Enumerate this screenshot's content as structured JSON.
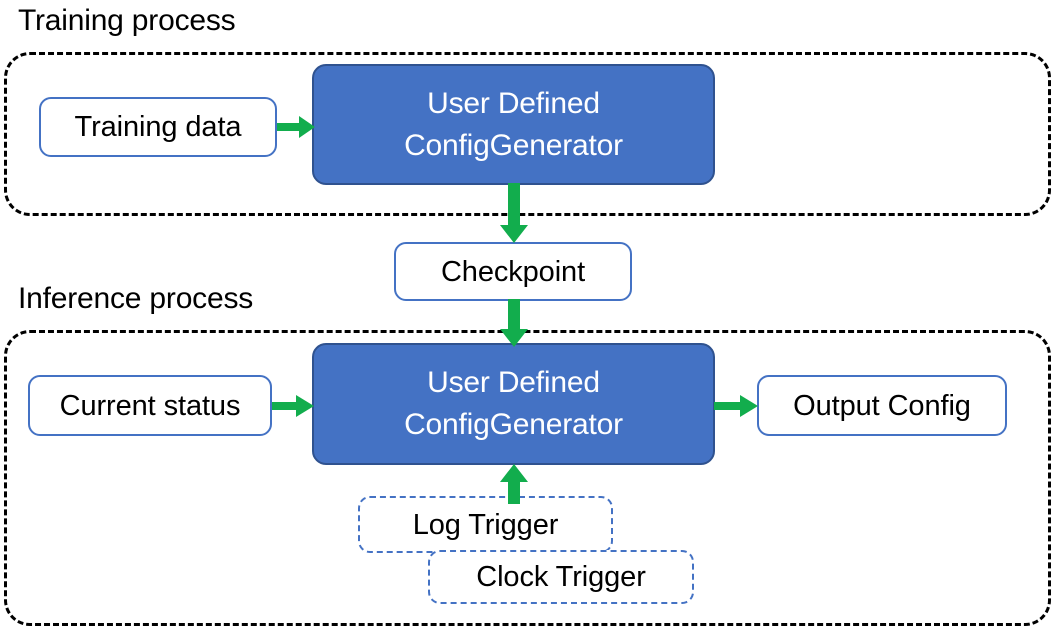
{
  "diagram": {
    "title_training": "Training process",
    "title_inference": "Inference process",
    "colors": {
      "process_fill": "#4472C4",
      "process_border": "#2F528F",
      "node_border": "#4472C4",
      "arrow": "#12AD4D",
      "group_border": "#000000",
      "text_dark": "#000000",
      "text_light": "#FFFFFF",
      "background": "#FFFFFF"
    }
  },
  "training": {
    "group_label": "Training process",
    "input_node": "Training data",
    "process_line1": "User Defined",
    "process_line2": "ConfigGenerator"
  },
  "bridge": {
    "checkpoint": "Checkpoint"
  },
  "inference": {
    "group_label": "Inference process",
    "input_node": "Current status",
    "process_line1": "User Defined",
    "process_line2": "ConfigGenerator",
    "output_node": "Output Config",
    "triggers": [
      {
        "label": "Log Trigger"
      },
      {
        "label": "Clock Trigger"
      }
    ]
  },
  "arrows": [
    {
      "name": "training-data-to-process",
      "from": "Training data",
      "to": "User Defined ConfigGenerator",
      "direction": "right"
    },
    {
      "name": "process-to-checkpoint",
      "from": "User Defined ConfigGenerator",
      "to": "Checkpoint",
      "direction": "down"
    },
    {
      "name": "checkpoint-to-inference-process",
      "from": "Checkpoint",
      "to": "User Defined ConfigGenerator",
      "direction": "down"
    },
    {
      "name": "current-status-to-process",
      "from": "Current status",
      "to": "User Defined ConfigGenerator",
      "direction": "right"
    },
    {
      "name": "process-to-output-config",
      "from": "User Defined ConfigGenerator",
      "to": "Output Config",
      "direction": "right"
    },
    {
      "name": "triggers-to-process",
      "from": "Log Trigger",
      "to": "User Defined ConfigGenerator",
      "direction": "up"
    }
  ]
}
